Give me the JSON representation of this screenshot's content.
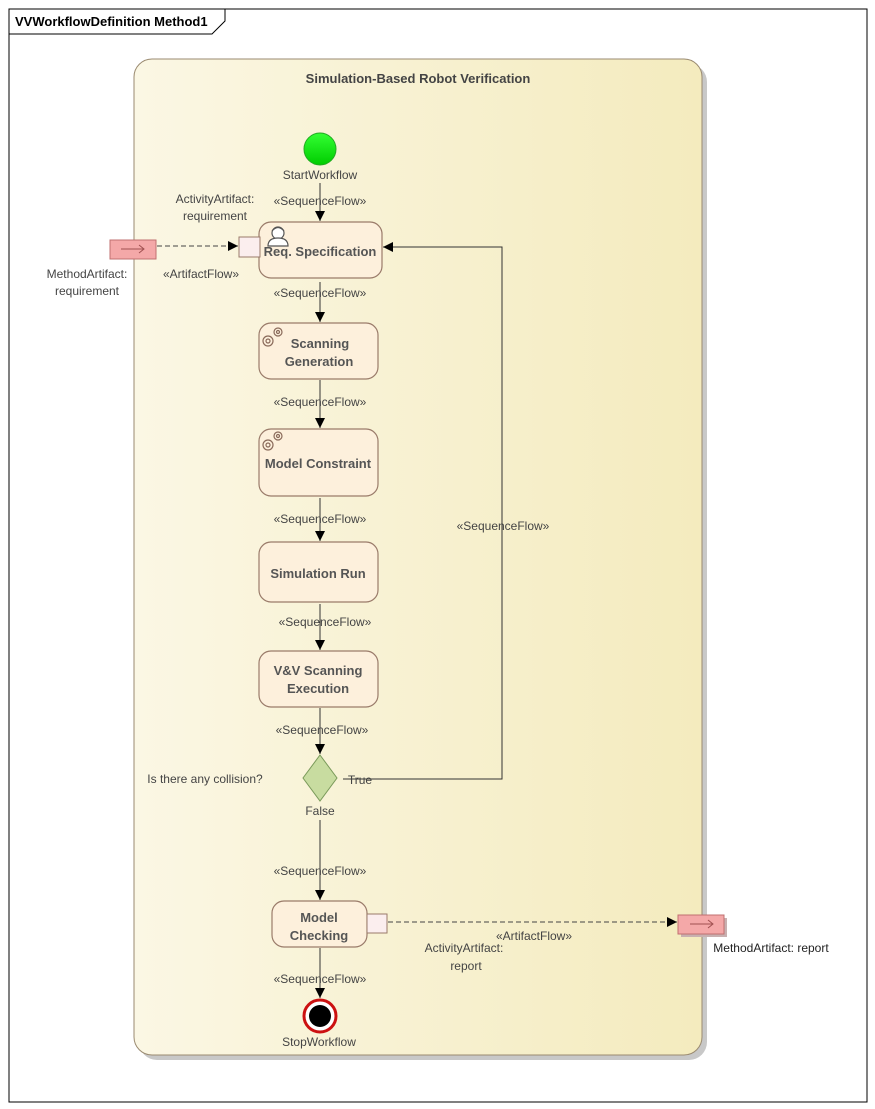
{
  "frame": {
    "title": "VVWorkflowDefinition Method1"
  },
  "pool": {
    "title": "Simulation-Based Robot Verification"
  },
  "start": {
    "label": "StartWorkflow"
  },
  "stop": {
    "label": "StopWorkflow"
  },
  "activities": {
    "req": {
      "label": "Req. Specification"
    },
    "scan_gen": {
      "line1": "Scanning",
      "line2": "Generation"
    },
    "model_constraint": {
      "label": "Model Constraint"
    },
    "sim_run": {
      "label": "Simulation Run"
    },
    "vv_exec": {
      "line1": "V&V Scanning",
      "line2": "Execution"
    },
    "model_check": {
      "line1": "Model",
      "line2": "Checking"
    }
  },
  "decision": {
    "question": "Is there any collision?",
    "true_label": "True",
    "false_label": "False"
  },
  "flows": {
    "sequence": "«SequenceFlow»",
    "artifact": "«ArtifactFlow»"
  },
  "artifacts": {
    "activity_req_line1": "ActivityArtifact:",
    "activity_req_line2": "requirement",
    "method_req_line1": "MethodArtifact:",
    "method_req_line2": "requirement",
    "activity_report_line1": "ActivityArtifact:",
    "activity_report_line2": "report",
    "method_report": "MethodArtifact: report"
  },
  "colors": {
    "start": "#00ee00",
    "stop_ring": "#cc1111",
    "activity_fill": "#fdf0dc",
    "activity_stroke": "#9a7b6a",
    "decision_fill": "#c8dca0",
    "method_artifact_fill": "#f4a8a8",
    "pool_fill": "#f6efc8"
  }
}
